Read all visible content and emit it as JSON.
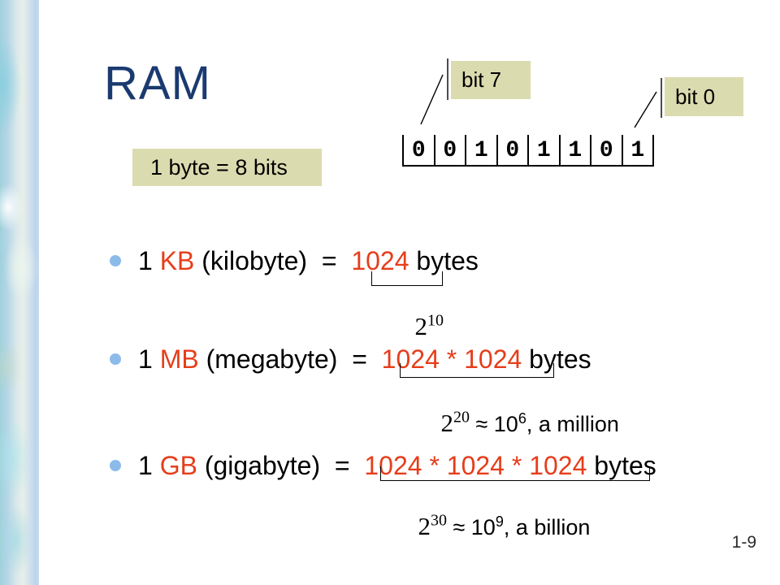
{
  "slide": {
    "title": "RAM",
    "page_number": "1-9",
    "byte_label": "1 byte = 8 bits",
    "bit_diagram": {
      "bit7_label": "bit 7",
      "bit0_label": "bit 0",
      "bits": [
        "0",
        "0",
        "1",
        "0",
        "1",
        "1",
        "0",
        "1"
      ]
    },
    "bullets": [
      {
        "num": "1 ",
        "unit": "KB",
        "label": " (kilobyte)  =  ",
        "value": "1024",
        "tail": " bytes",
        "note": {
          "base": "2",
          "exp": "10",
          "approx": "",
          "approx_exp": "",
          "tail": ""
        }
      },
      {
        "num": "1 ",
        "unit": "MB",
        "label": " (megabyte)  =  ",
        "value": "1024 * 1024",
        "tail": " bytes",
        "note": {
          "base": "2",
          "exp": "20",
          "approx": " ≈ 10",
          "approx_exp": "6",
          "tail": ", a million"
        }
      },
      {
        "num": "1 ",
        "unit": "GB",
        "label": " (gigabyte)  =  ",
        "value": "1024 * 1024 * 1024",
        "tail": " bytes",
        "note": {
          "base": "2",
          "exp": "30",
          "approx": " ≈ 10",
          "approx_exp": "9",
          "tail": ", a billion"
        }
      }
    ],
    "colors": {
      "navy": "#1a3a70",
      "red": "#e63d1a",
      "tan": "#dbdbb0",
      "bullet": "#8cbbea"
    }
  }
}
